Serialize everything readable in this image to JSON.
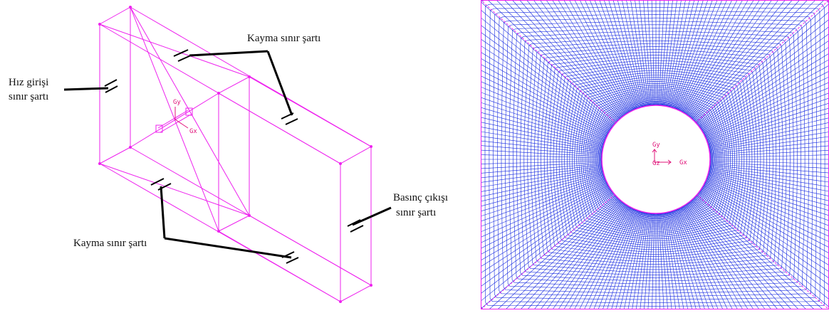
{
  "labels": {
    "inlet_line1": "Hız girişi",
    "inlet_line2": "sınır şartı",
    "slip_top": "Kayma sınır şartı",
    "slip_bottom": "Kayma sınır şartı",
    "outlet_line1": "Basınç çıkışı",
    "outlet_line2": "sınır şartı"
  },
  "axes_left": {
    "gy": "Gy",
    "gx": "Gx"
  },
  "axes_right": {
    "gy": "Gy",
    "gz": "Gz",
    "gx": "Gx"
  },
  "colors": {
    "wireframe": "#ee22ee",
    "mesh": "#1428e0",
    "mesh_dense": "#0a14c8",
    "arrow": "#000000",
    "axis": "#e0157a"
  }
}
